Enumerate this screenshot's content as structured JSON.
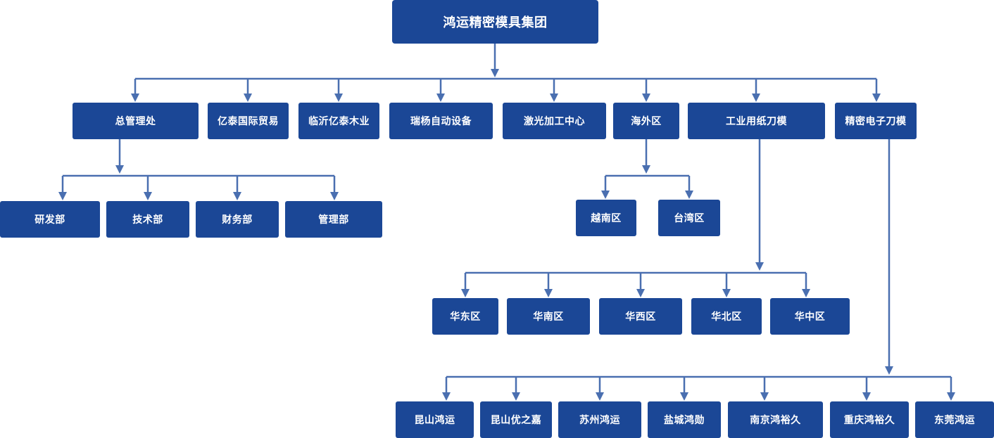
{
  "root": "鸿运精密模具集团",
  "level1": [
    "总管理处",
    "亿泰国际贸易",
    "临沂亿泰木业",
    "瑞杨自动设备",
    "激光加工中心",
    "海外区",
    "工业用纸刀模",
    "精密电子刀模"
  ],
  "admin_departments": [
    "研发部",
    "技术部",
    "财务部",
    "管理部"
  ],
  "overseas_regions": [
    "越南区",
    "台湾区"
  ],
  "paper_die_regions": [
    "华东区",
    "华南区",
    "华西区",
    "华北区",
    "华中区"
  ],
  "electronic_die_companies": [
    "昆山鸿运",
    "昆山优之嘉",
    "苏州鸿运",
    "盐城鸿勋",
    "南京鸿裕久",
    "重庆鸿裕久",
    "东莞鸿运"
  ],
  "colors": {
    "box": "#1b4796",
    "line": "#4a6fb0",
    "text": "#ffffff"
  }
}
